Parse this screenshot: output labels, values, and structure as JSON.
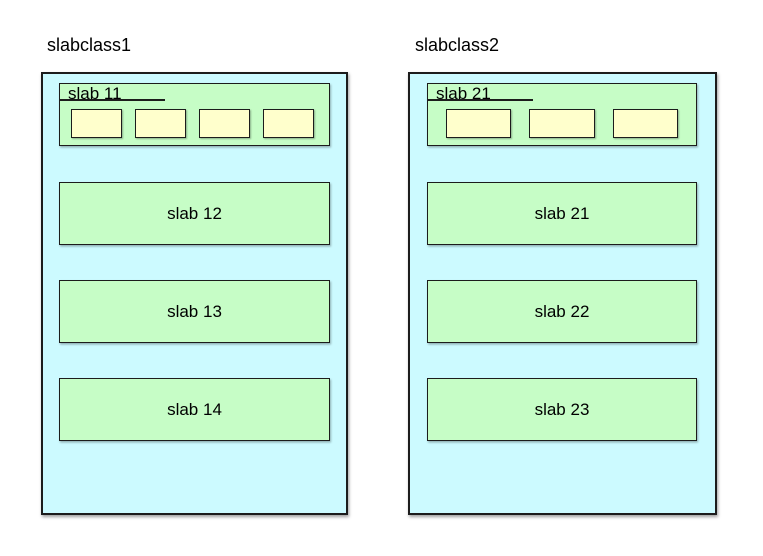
{
  "diagram": {
    "colors": {
      "container_fill": "#ccfaff",
      "slab_fill": "#c6fdc6",
      "chunk_fill": "#ffffcc",
      "border": "#1c1c1c",
      "background": "#ffffff"
    },
    "slabclasses": [
      {
        "title": "slabclass1",
        "top_slab": {
          "label": "slab 11",
          "chunk_count": 4
        },
        "slabs": [
          "slab 12",
          "slab 13",
          "slab 14"
        ]
      },
      {
        "title": "slabclass2",
        "top_slab": {
          "label": "slab 21",
          "chunk_count": 3
        },
        "slabs": [
          "slab 21",
          "slab 22",
          "slab 23"
        ]
      }
    ]
  }
}
